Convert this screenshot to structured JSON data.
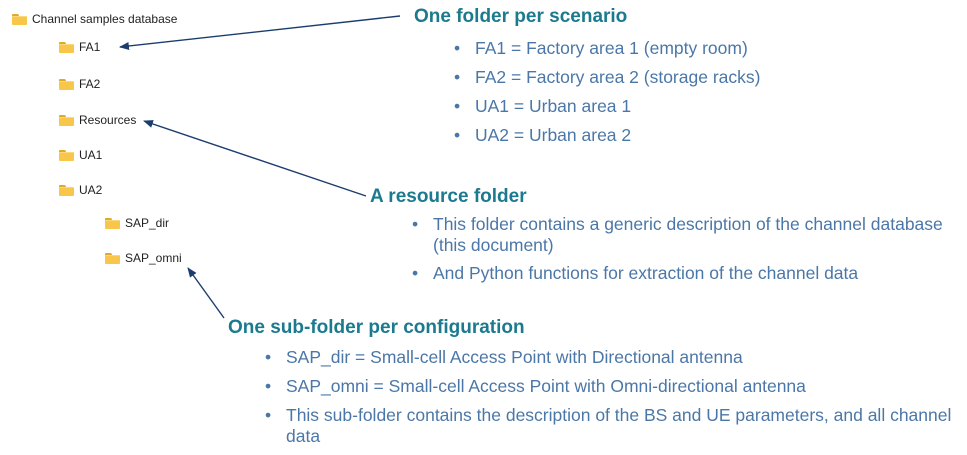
{
  "tree": {
    "root": "Channel samples database",
    "folders": [
      "FA1",
      "FA2",
      "Resources",
      "UA1",
      "UA2"
    ],
    "subfolders": [
      "SAP_dir",
      "SAP_omni"
    ]
  },
  "sections": {
    "scenario": {
      "heading": "One folder per scenario",
      "bullets": [
        "FA1 = Factory area 1 (empty room)",
        "FA2 = Factory area 2 (storage racks)",
        "UA1 = Urban area 1",
        "UA2 = Urban area 2"
      ]
    },
    "resource": {
      "heading": "A resource folder",
      "bullets": [
        "This folder contains a generic description of the channel database (this document)",
        "And Python functions for extraction of the channel data"
      ]
    },
    "configuration": {
      "heading": "One sub-folder per configuration",
      "bullets": [
        "SAP_dir = Small-cell Access Point with Directional antenna",
        "SAP_omni = Small-cell Access Point with Omni-directional antenna",
        "This sub-folder contains the description of the BS and UE parameters, and all channel data"
      ]
    }
  },
  "colors": {
    "heading": "#1c7a8f",
    "bullet_text": "#4b77a8",
    "folder": "#f7c64a",
    "arrow": "#1b3d6e"
  },
  "icons": {
    "folder": "folder-icon",
    "bullet": "•"
  }
}
